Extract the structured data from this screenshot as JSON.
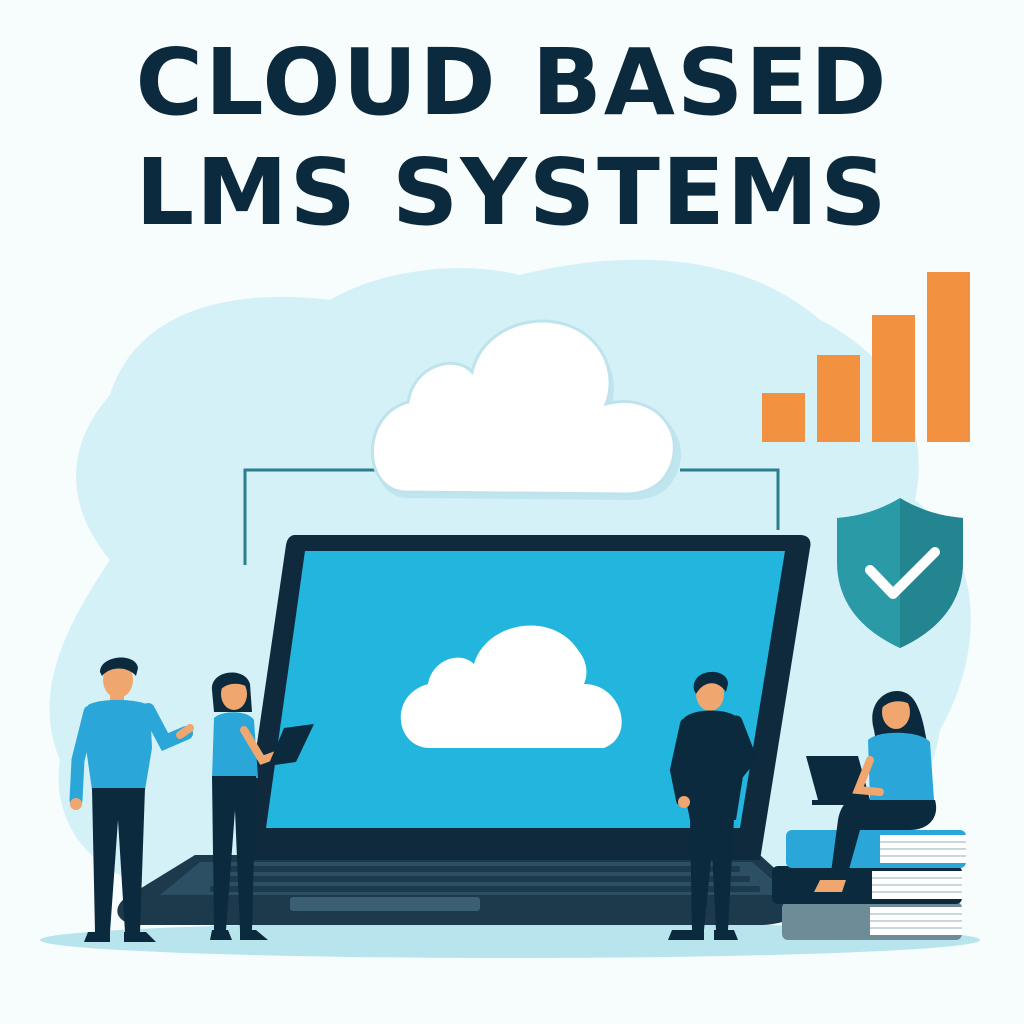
{
  "title": {
    "line1": "CLOUD BASED",
    "line2": "LMS SYSTEMS"
  },
  "icons": [
    "cloud-icon",
    "bar-chart-icon",
    "shield-check-icon",
    "laptop-icon",
    "tablet-icon",
    "books-icon"
  ],
  "colors": {
    "navy": "#0c2a3d",
    "screen_blue": "#22b5dd",
    "shirt_blue": "#2aa7d8",
    "blob": "#d4f1f7",
    "orange": "#f2913f",
    "teal": "#2a9aa6",
    "skin": "#f0a66f"
  },
  "bar_levels": [
    0.28,
    0.48,
    0.73,
    1.0
  ]
}
